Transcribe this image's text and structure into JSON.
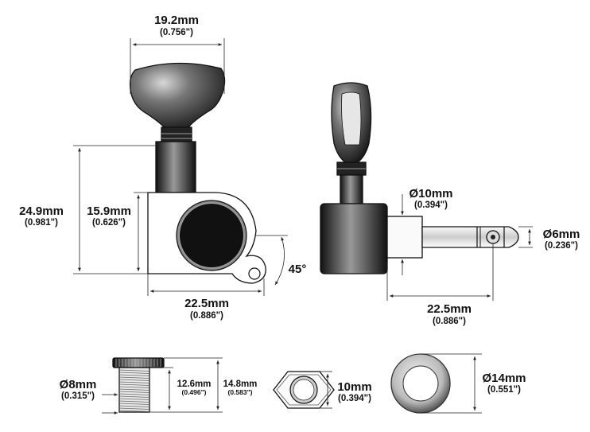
{
  "labels": {
    "button_width": {
      "mm": "19.2mm",
      "inch": "(0.756\")"
    },
    "total_height": {
      "mm": "24.9mm",
      "inch": "(0.981\")"
    },
    "housing_height": {
      "mm": "15.9mm",
      "inch": "(0.626\")"
    },
    "angle": "45°",
    "housing_length_front": {
      "mm": "22.5mm",
      "inch": "(0.886\")"
    },
    "housing_diameter": {
      "mm": "Ø10mm",
      "inch": "(0.394\")"
    },
    "post_diameter": {
      "mm": "Ø6mm",
      "inch": "(0.236\")"
    },
    "post_length": {
      "mm": "22.5mm",
      "inch": "(0.886\")"
    },
    "bushing_diameter": {
      "mm": "Ø8mm",
      "inch": "(0.315\")"
    },
    "bushing_thread": {
      "mm": "12.6mm",
      "inch": "(0.496\")"
    },
    "bushing_total": {
      "mm": "14.8mm",
      "inch": "(0.583\")"
    },
    "hex_nut": {
      "mm": "10mm",
      "inch": "(0.394\")"
    },
    "washer": {
      "mm": "Ø14mm",
      "inch": "(0.551\")"
    }
  },
  "colors": {
    "metal_dark": "#151515",
    "metal_light": "#f2f2f2",
    "line": "#222222"
  }
}
